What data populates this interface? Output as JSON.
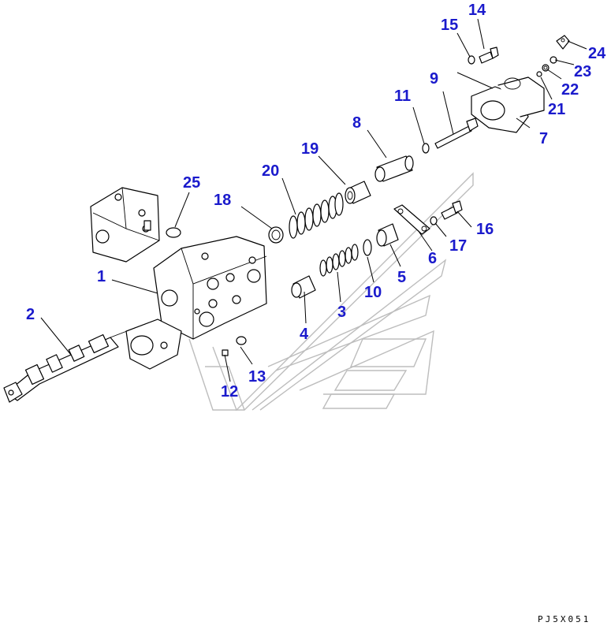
{
  "callouts": [
    {
      "id": "1",
      "label": "1"
    },
    {
      "id": "2",
      "label": "2"
    },
    {
      "id": "3",
      "label": "3"
    },
    {
      "id": "4",
      "label": "4"
    },
    {
      "id": "5",
      "label": "5"
    },
    {
      "id": "6",
      "label": "6"
    },
    {
      "id": "7",
      "label": "7"
    },
    {
      "id": "8",
      "label": "8"
    },
    {
      "id": "9",
      "label": "9"
    },
    {
      "id": "10",
      "label": "10"
    },
    {
      "id": "11",
      "label": "11"
    },
    {
      "id": "12",
      "label": "12"
    },
    {
      "id": "13",
      "label": "13"
    },
    {
      "id": "14",
      "label": "14"
    },
    {
      "id": "15",
      "label": "15"
    },
    {
      "id": "16",
      "label": "16"
    },
    {
      "id": "17",
      "label": "17"
    },
    {
      "id": "18",
      "label": "18"
    },
    {
      "id": "19",
      "label": "19"
    },
    {
      "id": "20",
      "label": "20"
    },
    {
      "id": "21",
      "label": "21"
    },
    {
      "id": "22",
      "label": "22"
    },
    {
      "id": "23",
      "label": "23"
    },
    {
      "id": "24",
      "label": "24"
    },
    {
      "id": "25",
      "label": "25"
    }
  ],
  "drawing_code": "PJ5X051",
  "colors": {
    "callout": "#1a1acc",
    "line": "#000000",
    "background_lines": "#bdbdbd"
  }
}
